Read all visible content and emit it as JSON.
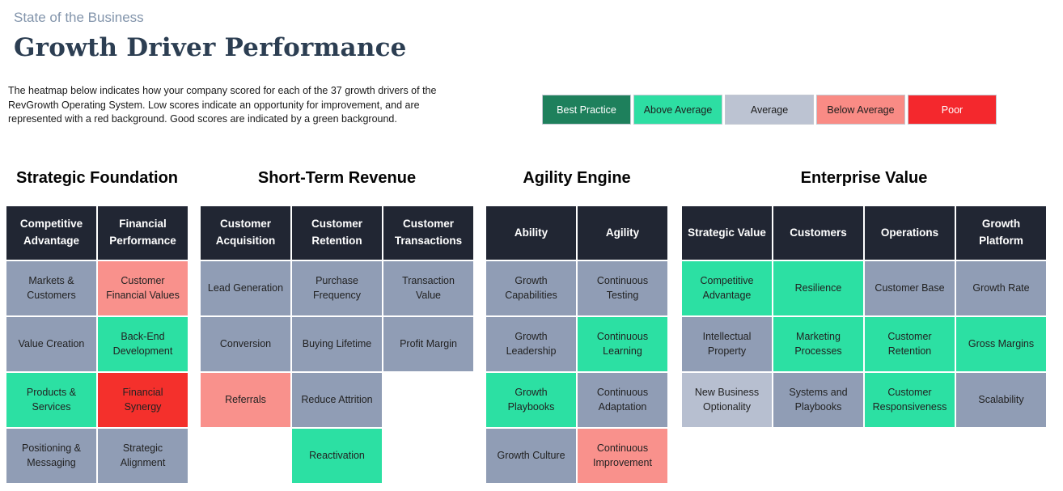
{
  "page": {
    "eyebrow": "State of the Business",
    "title": "Growth Driver Performance",
    "description": "The heatmap below indicates how your company scored for each of the 37 growth drivers of the RevGrowth Operating System.  Low scores indicate an opportunity for improvement, and are represented with a red background.  Good scores are indicated by a green background."
  },
  "legend": {
    "items": [
      {
        "label": "Best Practice",
        "color": "#1E805C",
        "text_color": "#FFFFFF"
      },
      {
        "label": "Above Average",
        "color": "#2DDEA3",
        "text_color": "#1E1E1E"
      },
      {
        "label": "Average",
        "color": "#BCC3D2",
        "text_color": "#1E1E1E"
      },
      {
        "label": "Below Average",
        "color": "#F98B85",
        "text_color": "#1E1E1E"
      },
      {
        "label": "Poor",
        "color": "#F4282D",
        "text_color": "#FFFFFF"
      }
    ]
  },
  "chart_data": {
    "type": "heatmap",
    "title": "Growth Driver Performance",
    "rating_scale": [
      "Best Practice",
      "Above Average",
      "Average",
      "Below Average",
      "Poor"
    ],
    "colors": {
      "header": "#212633",
      "best_practice": "#1E805C",
      "above_average": "#2CE0A3",
      "average": "#909DB5",
      "average_light": "#B7BFD0",
      "below_average": "#F9918C",
      "poor": "#F4302C"
    },
    "sections": [
      {
        "title": "Strategic Foundation",
        "columns": [
          {
            "header": "Competitive Advantage",
            "cells": [
              {
                "label": "Markets & Customers",
                "rating": "average"
              },
              {
                "label": "Value Creation",
                "rating": "average"
              },
              {
                "label": "Products & Services",
                "rating": "above_average"
              },
              {
                "label": "Positioning & Messaging",
                "rating": "average"
              }
            ]
          },
          {
            "header": "Financial Performance",
            "cells": [
              {
                "label": "Customer Financial Values",
                "rating": "below_average"
              },
              {
                "label": "Back-End Development",
                "rating": "above_average"
              },
              {
                "label": "Financial Synergy",
                "rating": "poor"
              },
              {
                "label": "Strategic Alignment",
                "rating": "average"
              }
            ]
          }
        ]
      },
      {
        "title": "Short-Term Revenue",
        "columns": [
          {
            "header": "Customer Acquisition",
            "cells": [
              {
                "label": "Lead Generation",
                "rating": "average"
              },
              {
                "label": "Conversion",
                "rating": "average"
              },
              {
                "label": "Referrals",
                "rating": "below_average"
              }
            ]
          },
          {
            "header": "Customer Retention",
            "cells": [
              {
                "label": "Purchase Frequency",
                "rating": "average"
              },
              {
                "label": "Buying Lifetime",
                "rating": "average"
              },
              {
                "label": "Reduce Attrition",
                "rating": "average"
              },
              {
                "label": "Reactivation",
                "rating": "above_average"
              }
            ]
          },
          {
            "header": "Customer Transactions",
            "cells": [
              {
                "label": "Transaction Value",
                "rating": "average"
              },
              {
                "label": "Profit Margin",
                "rating": "average"
              }
            ]
          }
        ]
      },
      {
        "title": "Agility Engine",
        "columns": [
          {
            "header": "Ability",
            "cells": [
              {
                "label": "Growth Capabilities",
                "rating": "average"
              },
              {
                "label": "Growth Leadership",
                "rating": "average"
              },
              {
                "label": "Growth Playbooks",
                "rating": "above_average"
              },
              {
                "label": "Growth Culture",
                "rating": "average"
              }
            ]
          },
          {
            "header": "Agility",
            "cells": [
              {
                "label": "Continuous Testing",
                "rating": "average"
              },
              {
                "label": "Continuous Learning",
                "rating": "above_average"
              },
              {
                "label": "Continuous Adaptation",
                "rating": "average"
              },
              {
                "label": "Continuous Improvement",
                "rating": "below_average"
              }
            ]
          }
        ]
      },
      {
        "title": "Enterprise Value",
        "columns": [
          {
            "header": "Strategic Value",
            "cells": [
              {
                "label": "Competitive Advantage",
                "rating": "above_average"
              },
              {
                "label": "Intellectual Property",
                "rating": "average"
              },
              {
                "label": "New Business Optionality",
                "rating": "average_light"
              }
            ]
          },
          {
            "header": "Customers",
            "cells": [
              {
                "label": "Resilience",
                "rating": "above_average"
              },
              {
                "label": "Marketing Processes",
                "rating": "above_average"
              },
              {
                "label": "Systems and Playbooks",
                "rating": "average"
              }
            ]
          },
          {
            "header": "Operations",
            "cells": [
              {
                "label": "Customer Base",
                "rating": "average"
              },
              {
                "label": "Customer Retention",
                "rating": "above_average"
              },
              {
                "label": "Customer Responsiveness",
                "rating": "above_average"
              }
            ]
          },
          {
            "header": "Growth Platform",
            "cells": [
              {
                "label": "Growth Rate",
                "rating": "average"
              },
              {
                "label": "Gross Margins",
                "rating": "above_average"
              },
              {
                "label": "Scalability",
                "rating": "average"
              }
            ]
          }
        ]
      }
    ]
  }
}
